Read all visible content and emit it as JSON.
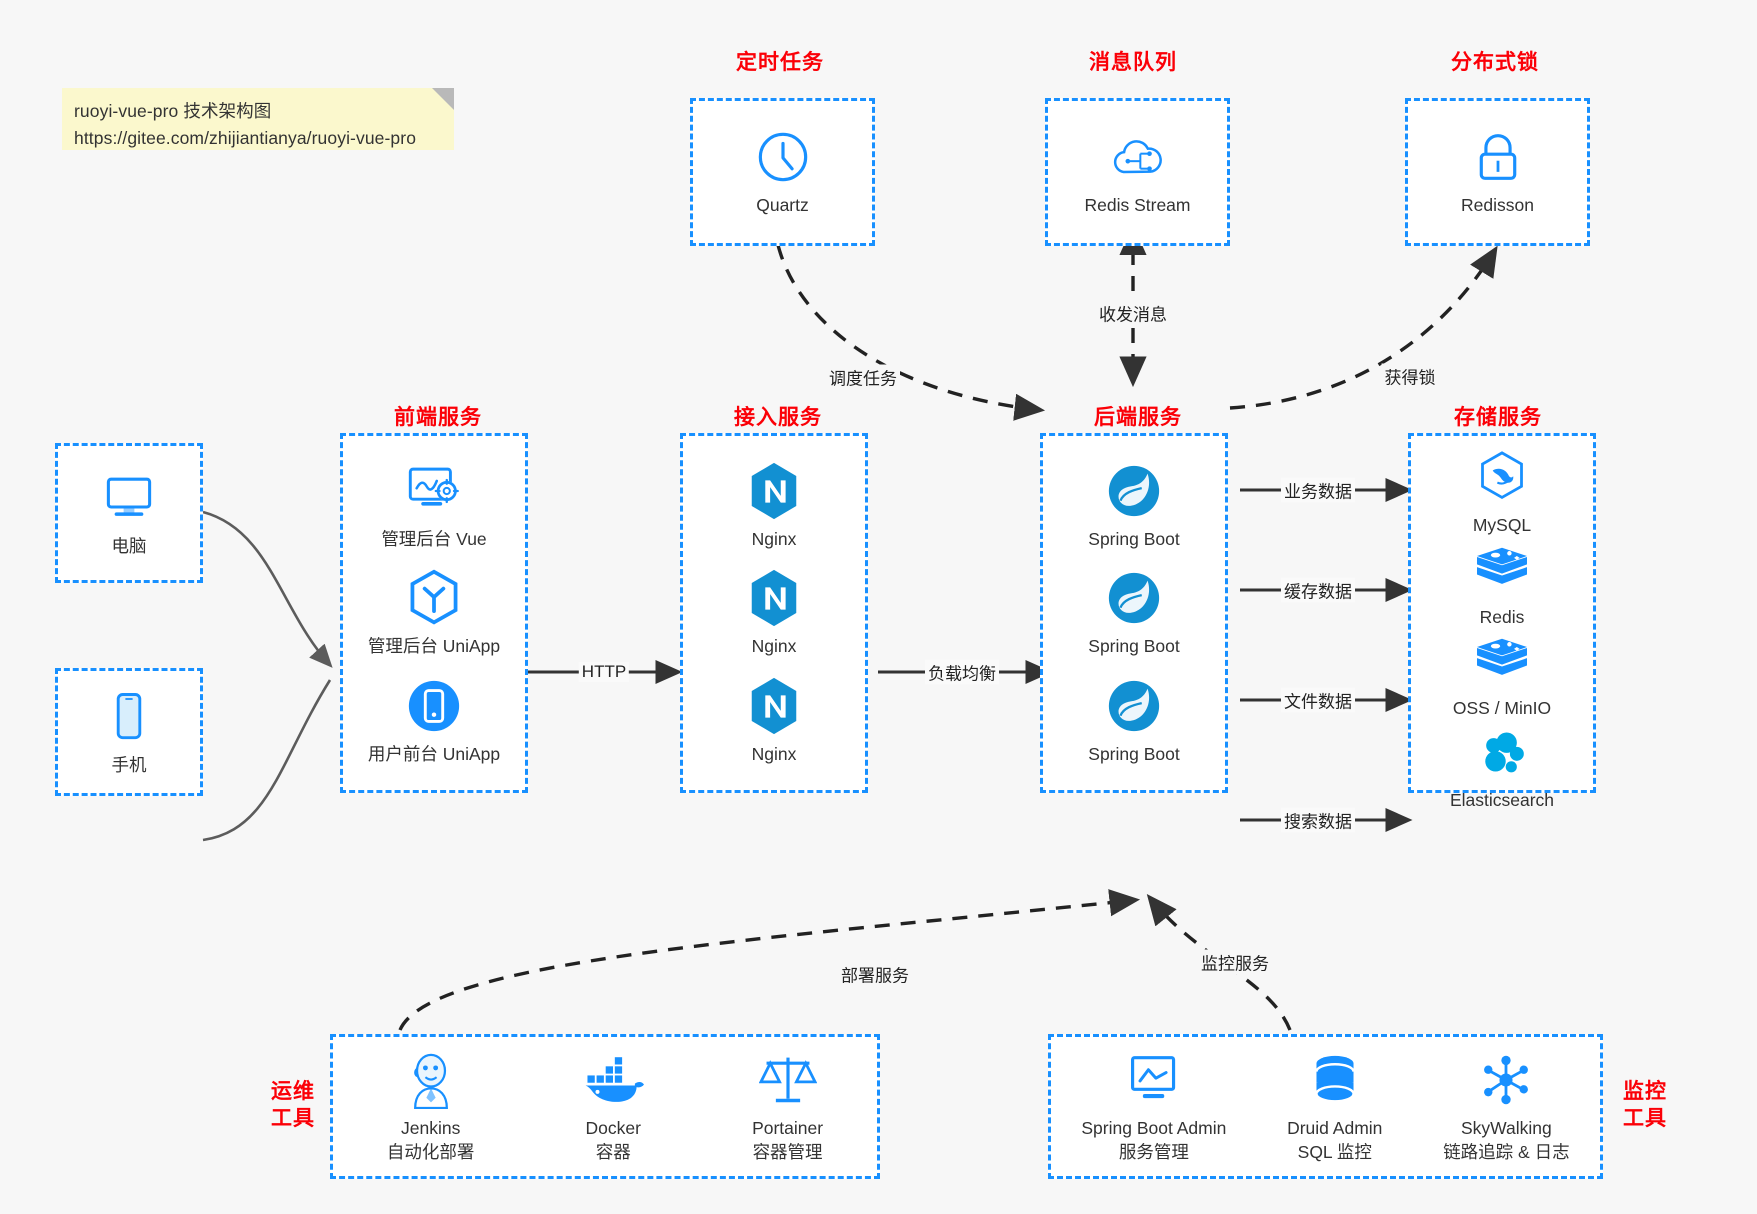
{
  "note": {
    "line1": "ruoyi-vue-pro 技术架构图",
    "line2": "https://gitee.com/zhijiantianya/ruoyi-vue-pro"
  },
  "colors": {
    "accent_blue": "#1890ff",
    "header_red": "#fb0007",
    "note_bg": "#fbf8cd",
    "page_bg": "#f7f7f7",
    "text": "#333333"
  },
  "groups": {
    "scheduled_task": "定时任务",
    "message_queue": "消息队列",
    "distributed_lock": "分布式锁",
    "frontend_service": "前端服务",
    "gateway_service": "接入服务",
    "backend_service": "后端服务",
    "storage_service": "存储服务",
    "devops_tools_l1": "运维",
    "devops_tools_l2": "工具",
    "monitor_tools_l1": "监控",
    "monitor_tools_l2": "工具"
  },
  "clients": [
    {
      "label": "电脑",
      "icon": "desktop-monitor-icon"
    },
    {
      "label": "手机",
      "icon": "mobile-phone-icon"
    }
  ],
  "scheduled_task": [
    {
      "label": "Quartz",
      "icon": "clock-icon"
    }
  ],
  "message_queue": [
    {
      "label": "Redis Stream",
      "icon": "cloud-network-icon"
    }
  ],
  "distributed_lock": [
    {
      "label": "Redisson",
      "icon": "padlock-icon"
    }
  ],
  "frontend": [
    {
      "label": "管理后台 Vue",
      "icon": "monitor-gear-icon"
    },
    {
      "label": "管理后台 UniApp",
      "icon": "hexagon-uniapp-icon"
    },
    {
      "label": "用户前台 UniApp",
      "icon": "phone-circle-icon"
    }
  ],
  "gateway": [
    {
      "label": "Nginx",
      "icon": "nginx-icon"
    },
    {
      "label": "Nginx",
      "icon": "nginx-icon"
    },
    {
      "label": "Nginx",
      "icon": "nginx-icon"
    }
  ],
  "backend": [
    {
      "label": "Spring Boot",
      "icon": "spring-leaf-icon"
    },
    {
      "label": "Spring Boot",
      "icon": "spring-leaf-icon"
    },
    {
      "label": "Spring Boot",
      "icon": "spring-leaf-icon"
    }
  ],
  "storage": [
    {
      "label": "MySQL",
      "icon": "mysql-dolphin-icon"
    },
    {
      "label": "Redis",
      "icon": "redis-stack-icon"
    },
    {
      "label": "OSS / MinIO",
      "icon": "redis-stack-icon"
    },
    {
      "label": "Elasticsearch",
      "icon": "elasticsearch-cluster-icon"
    }
  ],
  "devops_tools": [
    {
      "label": "Jenkins",
      "sublabel": "自动化部署",
      "icon": "jenkins-butler-icon"
    },
    {
      "label": "Docker",
      "sublabel": "容器",
      "icon": "docker-whale-icon"
    },
    {
      "label": "Portainer",
      "sublabel": "容器管理",
      "icon": "scales-icon"
    }
  ],
  "monitor_tools": [
    {
      "label": "Spring Boot Admin",
      "sublabel": "服务管理",
      "icon": "monitor-chart-icon"
    },
    {
      "label": "Druid Admin",
      "sublabel": "SQL 监控",
      "icon": "database-cylinder-icon"
    },
    {
      "label": "SkyWalking",
      "sublabel": "链路追踪 & 日志",
      "icon": "node-graph-icon"
    }
  ],
  "edges": {
    "http": "HTTP",
    "load_balance": "负载均衡",
    "schedule_task": "调度任务",
    "send_receive_message": "收发消息",
    "acquire_lock": "获得锁",
    "business_data": "业务数据",
    "cache_data": "缓存数据",
    "file_data": "文件数据",
    "search_data": "搜索数据",
    "deploy_service": "部署服务",
    "monitor_service": "监控服务"
  }
}
